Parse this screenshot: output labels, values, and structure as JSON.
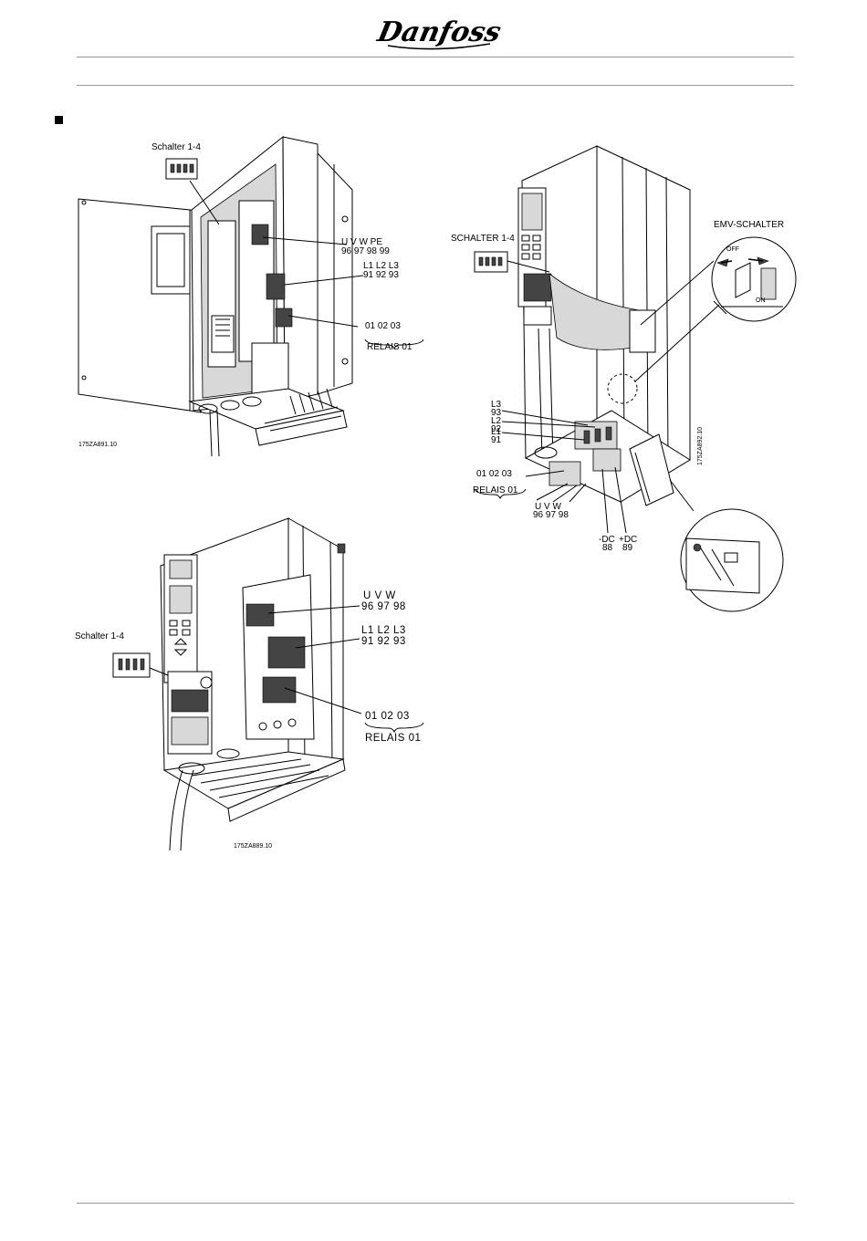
{
  "header": {
    "logo_text": "Danfoss"
  },
  "figure1": {
    "switch_label": "Schalter 1-4",
    "motor_letters": "U   V   W  PE",
    "motor_numbers": "96  97  98  99",
    "mains_letters": "L1  L2  L3",
    "mains_numbers": "91  92  93",
    "relay_numbers": "01   02   03",
    "relay_label": "RELAIS  01",
    "drawing_code": "175ZA891.10"
  },
  "figure2": {
    "switch_label": "SCHALTER 1-4",
    "emc_label": "EMV-SCHALTER",
    "emc_off": "OFF",
    "emc_on": "ON",
    "l3_label": "L3",
    "l3_num": "93",
    "l2_label": "L2",
    "l2_num": "92",
    "l1_label": "L1",
    "l1_num": "91",
    "relay_numbers": "01   02   03",
    "relay_label": "RELAIS  01",
    "motor_letters": "U    V    W",
    "motor_numbers": "96  97  98",
    "dc_minus_label": "-DC",
    "dc_minus_num": "88",
    "dc_plus_label": "+DC",
    "dc_plus_num": "89",
    "drawing_code": "175ZA892.10"
  },
  "figure3": {
    "switch_label": "Schalter 1-4",
    "motor_letters": "U     V     W",
    "motor_numbers": "96   97   98",
    "mains_letters": "L1  L2  L3",
    "mains_numbers": "91   92   93",
    "relay_numbers": "01   02   03",
    "relay_label": "RELAIS  01",
    "drawing_code": "175ZA889.10"
  }
}
